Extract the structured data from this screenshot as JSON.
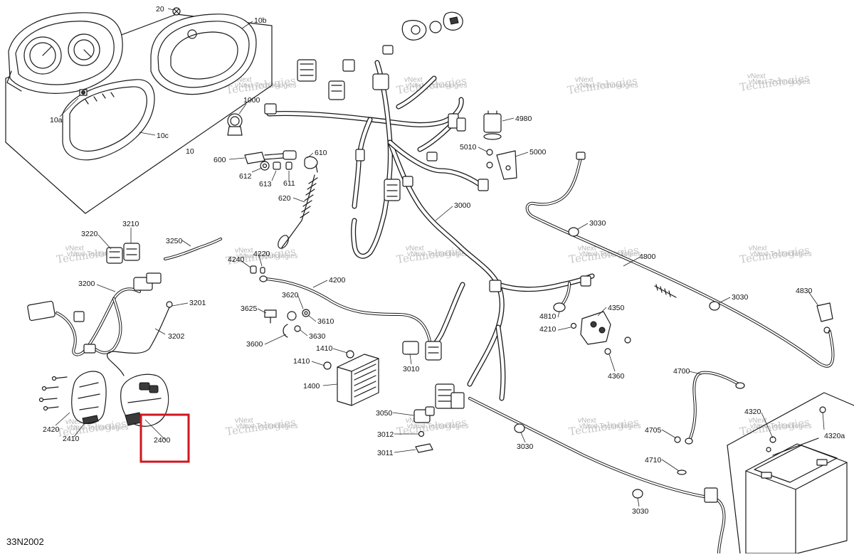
{
  "document_id": "33N2002",
  "watermark": {
    "line1": "vNext",
    "line2": "Technologies",
    "combined": "vNext Technologies"
  },
  "callouts": [
    {
      "id": "c20",
      "text": "20"
    },
    {
      "id": "c10b",
      "text": "10b"
    },
    {
      "id": "c10a",
      "text": "10a"
    },
    {
      "id": "c10c",
      "text": "10c"
    },
    {
      "id": "c10",
      "text": "10"
    },
    {
      "id": "c1000",
      "text": "1000"
    },
    {
      "id": "c600",
      "text": "600"
    },
    {
      "id": "c610",
      "text": "610"
    },
    {
      "id": "c612",
      "text": "612"
    },
    {
      "id": "c613",
      "text": "613"
    },
    {
      "id": "c611",
      "text": "611"
    },
    {
      "id": "c620",
      "text": "620"
    },
    {
      "id": "c4980",
      "text": "4980"
    },
    {
      "id": "c5010",
      "text": "5010"
    },
    {
      "id": "c5000",
      "text": "5000"
    },
    {
      "id": "c3000",
      "text": "3000"
    },
    {
      "id": "c3030a",
      "text": "3030"
    },
    {
      "id": "c4800",
      "text": "4800"
    },
    {
      "id": "c3030b",
      "text": "3030"
    },
    {
      "id": "c4830",
      "text": "4830"
    },
    {
      "id": "c3220",
      "text": "3220"
    },
    {
      "id": "c3210",
      "text": "3210"
    },
    {
      "id": "c3250",
      "text": "3250"
    },
    {
      "id": "c4240",
      "text": "4240"
    },
    {
      "id": "c4220",
      "text": "4220"
    },
    {
      "id": "c3200",
      "text": "3200"
    },
    {
      "id": "c3201",
      "text": "3201"
    },
    {
      "id": "c3202",
      "text": "3202"
    },
    {
      "id": "c4200",
      "text": "4200"
    },
    {
      "id": "c3620",
      "text": "3620"
    },
    {
      "id": "c3625",
      "text": "3625"
    },
    {
      "id": "c3610",
      "text": "3610"
    },
    {
      "id": "c3630",
      "text": "3630"
    },
    {
      "id": "c3600",
      "text": "3600"
    },
    {
      "id": "c1410a",
      "text": "1410"
    },
    {
      "id": "c1410b",
      "text": "1410"
    },
    {
      "id": "c1400",
      "text": "1400"
    },
    {
      "id": "c3010",
      "text": "3010"
    },
    {
      "id": "c4810",
      "text": "4810"
    },
    {
      "id": "c4350",
      "text": "4350"
    },
    {
      "id": "c4210",
      "text": "4210"
    },
    {
      "id": "c4360",
      "text": "4360"
    },
    {
      "id": "c4700",
      "text": "4700"
    },
    {
      "id": "c3050",
      "text": "3050"
    },
    {
      "id": "c3012",
      "text": "3012"
    },
    {
      "id": "c3011",
      "text": "3011"
    },
    {
      "id": "c3030c",
      "text": "3030"
    },
    {
      "id": "c4705",
      "text": "4705"
    },
    {
      "id": "c4710",
      "text": "4710"
    },
    {
      "id": "c4320",
      "text": "4320"
    },
    {
      "id": "c4320a",
      "text": "4320a"
    },
    {
      "id": "c3030d",
      "text": "3030"
    },
    {
      "id": "c2420",
      "text": "2420"
    },
    {
      "id": "c2410",
      "text": "2410"
    },
    {
      "id": "c2400",
      "text": "2400"
    }
  ],
  "highlight": {
    "label": "2400",
    "color": "#d0161c"
  }
}
